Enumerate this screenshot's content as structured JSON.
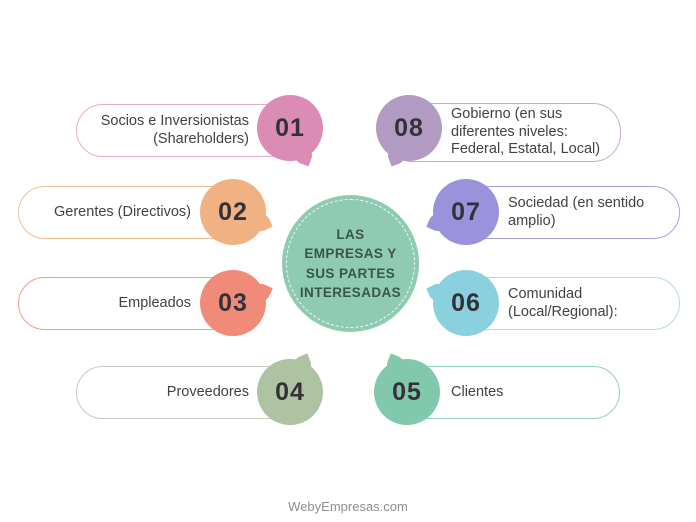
{
  "center": {
    "title": "LAS EMPRESAS Y SUS PARTES INTERESADAS",
    "bg_color": "#8FCBB3",
    "text_color": "#3A544E"
  },
  "footer": {
    "credit": "WebyEmpresas.com"
  },
  "items": [
    {
      "number": "01",
      "label": "Socios e Inversionistas (Shareholders)",
      "circle_color": "#DA8CB5",
      "pill_border_color": "#E9ABCA"
    },
    {
      "number": "02",
      "label": "Gerentes (Directivos)",
      "circle_color": "#F0B183",
      "pill_border_color": "#F0BE94"
    },
    {
      "number": "03",
      "label": "Empleados",
      "circle_color": "#F08B79",
      "pill_border_color": "#F29C8D"
    },
    {
      "number": "04",
      "label": "Proveedores",
      "circle_color": "#ADC3A1",
      "pill_border_color": "#C3CCBE"
    },
    {
      "number": "05",
      "label": "Clientes",
      "circle_color": "#82C8AD",
      "pill_border_color": "#92D0B9"
    },
    {
      "number": "06",
      "label": "Comunidad (Local/Regional):",
      "circle_color": "#8BD0DE",
      "pill_border_color": "#ABDDE6"
    },
    {
      "number": "07",
      "label": "Sociedad (en sentido amplio)",
      "circle_color": "#9A92DB",
      "pill_border_color": "#A9A2E0"
    },
    {
      "number": "08",
      "label": "Gobierno (en sus diferentes niveles: Federal, Estatal, Local)",
      "circle_color": "#B29BC3",
      "pill_border_color": "#C5ABCF"
    }
  ]
}
